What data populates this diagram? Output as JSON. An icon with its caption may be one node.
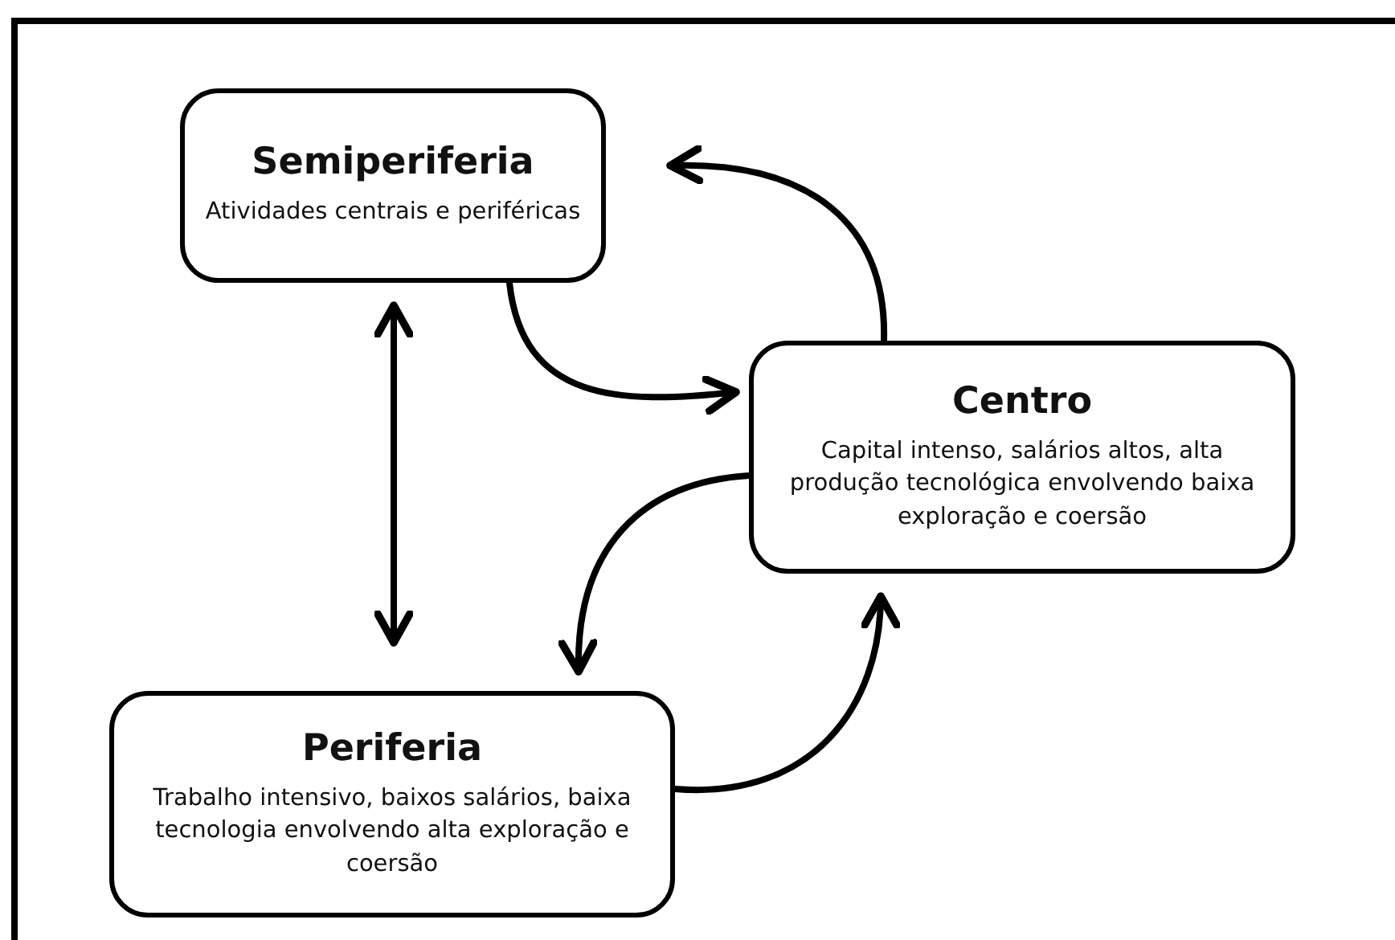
{
  "diagram": {
    "nodes": [
      {
        "text": [
          "Semiperiferia",
          "Atividades centrais e periféricas"
        ]
      },
      {
        "text": [
          "Centro",
          "Capital intenso, salários altos, alta produção tecnológica envolvendo baixa exploração e coersão"
        ]
      },
      {
        "text": [
          "Periferia",
          "Trabalho intensivo, baixos salários, baixa tecnologia envolvendo alta exploração e coersão"
        ]
      }
    ],
    "edges": [
      {
        "from": 0,
        "to": 1,
        "arrow": "to"
      },
      {
        "from": 1,
        "to": 0,
        "arrow": "to"
      },
      {
        "from": 0,
        "to": 2,
        "arrow": "both"
      },
      {
        "from": 1,
        "to": 2,
        "arrow": "to"
      },
      {
        "from": 2,
        "to": 1,
        "arrow": "to"
      }
    ]
  }
}
